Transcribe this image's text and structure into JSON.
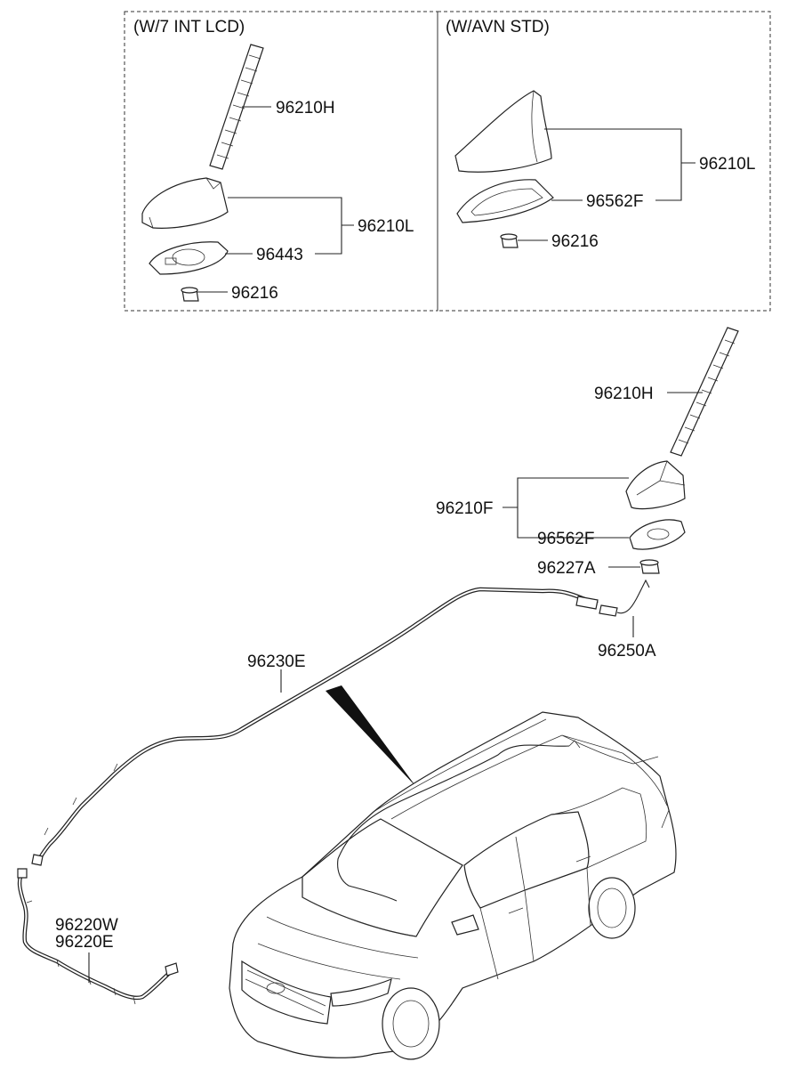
{
  "panels": {
    "left": {
      "title": "(W/7 INT LCD)"
    },
    "right": {
      "title": "(W/AVN STD)"
    }
  },
  "labels": {
    "l_antenna_rod": "96210H",
    "l_assembly": "96210L",
    "l_base_pad": "96443",
    "l_nut": "96216",
    "r_assembly": "96210L",
    "r_base_pad": "96562F",
    "r_nut": "96216",
    "m_antenna_rod": "96210H",
    "m_assembly": "96210F",
    "m_base_pad": "96562F",
    "m_nut": "96227A",
    "m_feeder": "96250A",
    "roof_cable": "96230E",
    "extension_cable_1": "96220W",
    "extension_cable_2": "96220E"
  }
}
